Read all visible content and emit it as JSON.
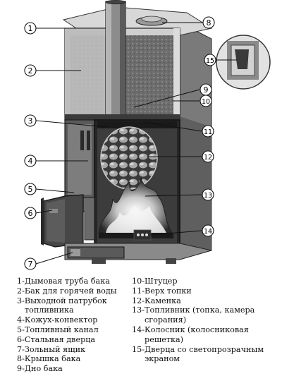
{
  "callouts": [
    "1",
    "2",
    "3",
    "4",
    "5",
    "6",
    "7",
    "8",
    "9",
    "10",
    "11",
    "12",
    "13",
    "14",
    "15"
  ],
  "legend": {
    "left": [
      {
        "num": "1-",
        "text": "Дымовая труба бака"
      },
      {
        "num": "2-",
        "text": "Бак для горячей воды"
      },
      {
        "num": "3-",
        "text": "Выходной патрубок\nтопливника"
      },
      {
        "num": "4-",
        "text": "Кожух-конвектор"
      },
      {
        "num": "5-",
        "text": "Топливный канал"
      },
      {
        "num": "6-",
        "text": "Стальная дверца"
      },
      {
        "num": "7-",
        "text": "Зольный ящик"
      },
      {
        "num": "8-",
        "text": "Крышка бака"
      },
      {
        "num": "9-",
        "text": "Дно бака"
      }
    ],
    "right": [
      {
        "num": "10-",
        "text": "Штуцер"
      },
      {
        "num": "11-",
        "text": "Верх топки"
      },
      {
        "num": "12-",
        "text": "Каменка"
      },
      {
        "num": "13-",
        "text": "Топливник (топка, камера\nсгорания)"
      },
      {
        "num": "14-",
        "text": "Колосник (колосниковая\nрешетка)"
      },
      {
        "num": "15-",
        "text": "Дверца со светопрозрачным\nэкраном"
      }
    ]
  }
}
